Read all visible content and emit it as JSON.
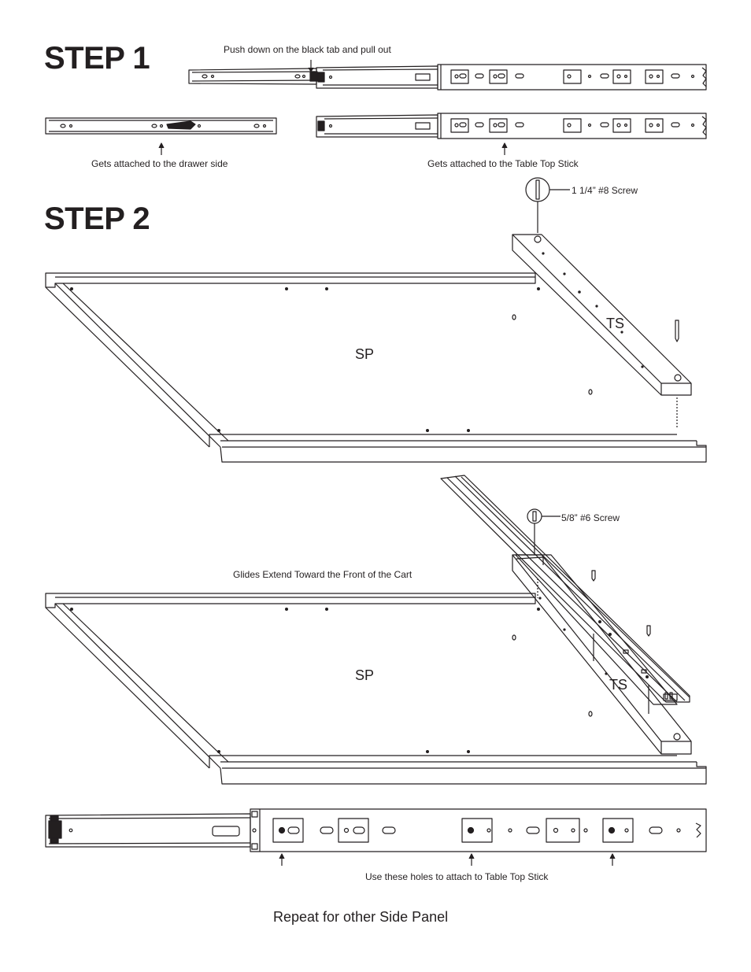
{
  "step1": {
    "title": "STEP 1",
    "tab_note": "Push down on the black tab and pull out",
    "drawer_note": "Gets attached to the drawer side",
    "tabletop_note": "Gets attached to the Table Top Stick"
  },
  "step2": {
    "title": "STEP 2",
    "screw_large": "1 1/4” #8 Screw",
    "screw_small": "5/8” #6 Screw",
    "glides_note": "Glides Extend Toward the Front of the Cart",
    "label_sp": "SP",
    "label_ts": "TS",
    "holes_note": "Use these holes to attach to Table Top Stick"
  },
  "footer": "Repeat for other Side Panel"
}
